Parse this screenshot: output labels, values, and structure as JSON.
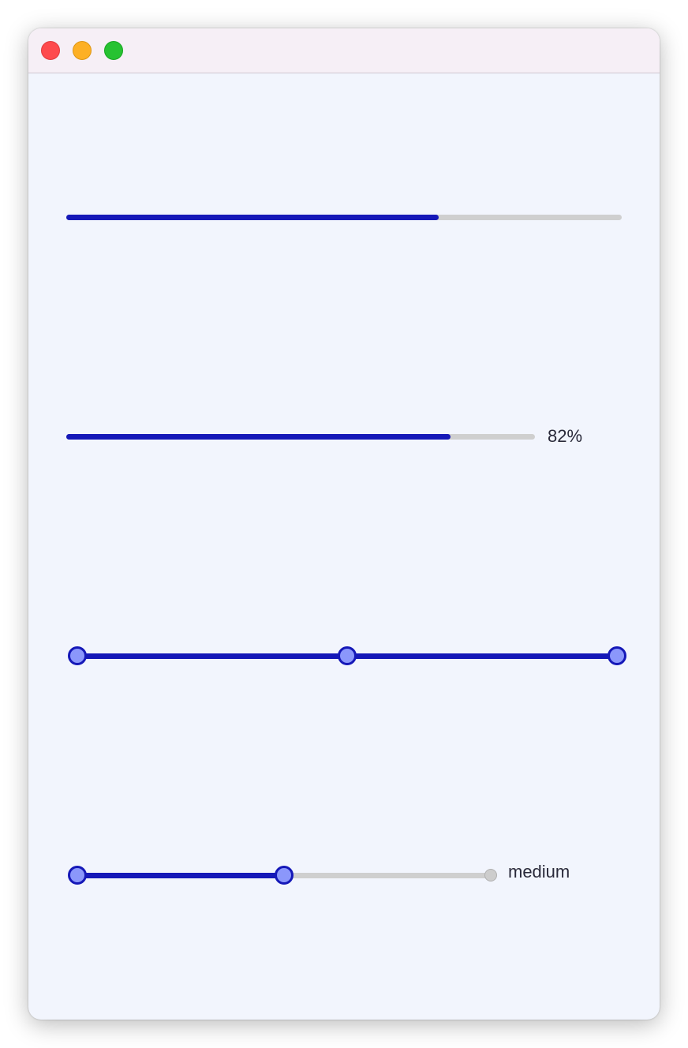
{
  "window": {
    "controls": [
      "close",
      "minimize",
      "maximize"
    ]
  },
  "progress_bar_1": {
    "value_fraction": 0.67
  },
  "progress_bar_2": {
    "value_fraction": 0.82,
    "label": "82%"
  },
  "range_slider": {
    "stops": 3,
    "selected_index": 2
  },
  "level_slider": {
    "stops": 3,
    "selected_index": 1,
    "label": "medium"
  },
  "colors": {
    "accent": "#1518b8",
    "knob_fill": "#8b97fb",
    "track": "#cfcfcf",
    "window_bg": "#f2f5fd",
    "titlebar_bg": "#f6eff6"
  }
}
